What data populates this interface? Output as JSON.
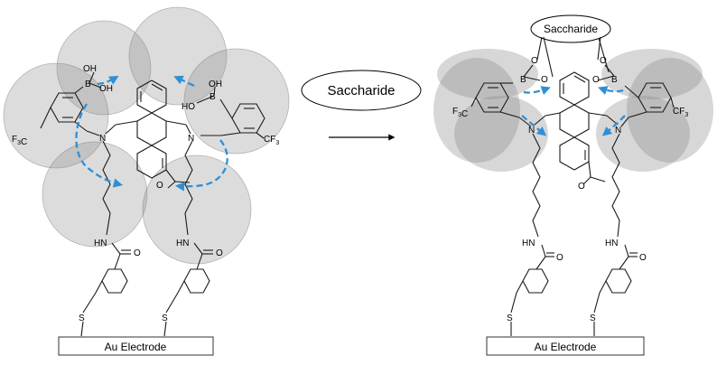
{
  "reagent": {
    "label": "Saccharide"
  },
  "bound_saccharide": {
    "label": "Saccharide"
  },
  "electrode": {
    "label": "Au Electrode"
  },
  "atoms": {
    "B": "B",
    "OH": "OH",
    "HO": "HO",
    "O": "O",
    "N": "N",
    "HN": "HN",
    "S": "S",
    "F3C": "F3C",
    "CF3": "CF3"
  },
  "colors": {
    "arrow": "#2f8fd6",
    "shading": "#8a8a8a"
  }
}
